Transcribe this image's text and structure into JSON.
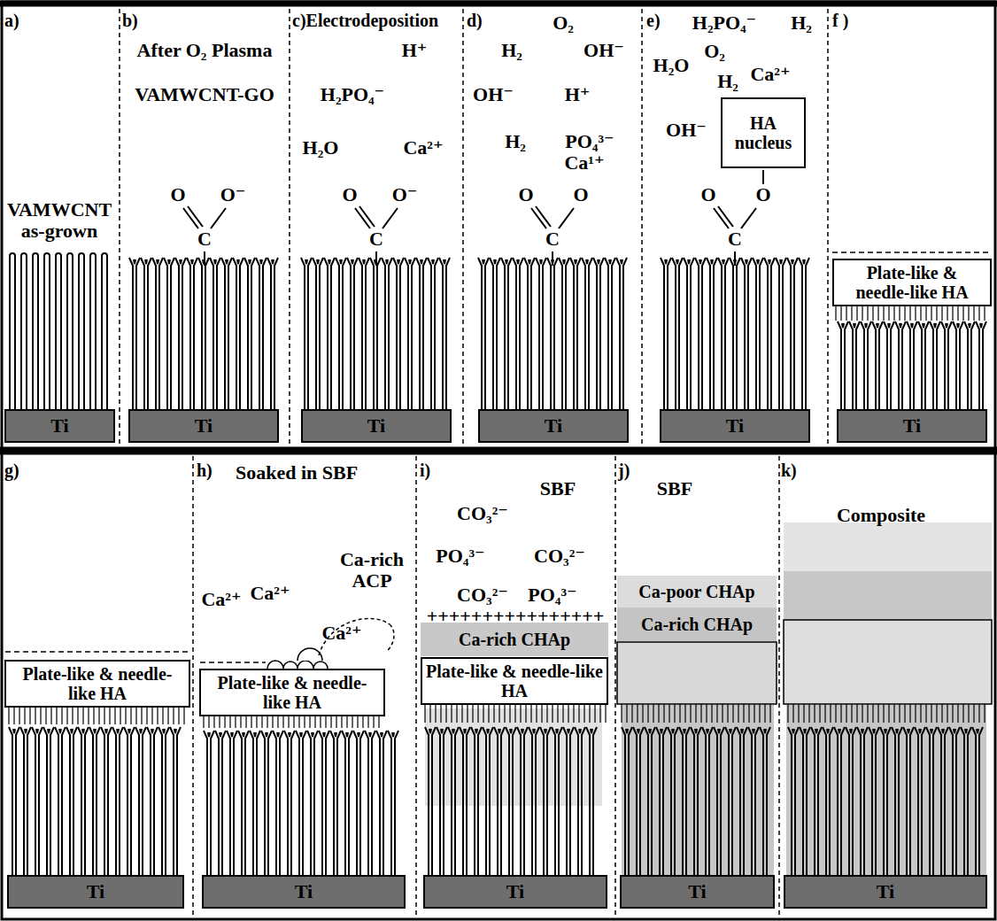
{
  "diagram": {
    "nodes": [
      {
        "text": [
          "Ti"
        ]
      },
      {
        "text": [
          "Ti"
        ]
      },
      {
        "text": [
          "Ti"
        ]
      },
      {
        "text": [
          "Ti"
        ]
      },
      {
        "text": [
          "HA nucleus"
        ]
      },
      {
        "text": [
          "Ti"
        ]
      },
      {
        "text": [
          "Plate-like & needle-like HA"
        ]
      },
      {
        "text": [
          "Ti"
        ]
      },
      {
        "text": [
          "Plate-like & needle-like HA"
        ]
      },
      {
        "text": [
          "Ti"
        ]
      },
      {
        "text": [
          "Plate-like & needle-like HA"
        ]
      },
      {
        "text": [
          "Ti"
        ]
      },
      {
        "text": [
          "Ca-rich CHAp"
        ]
      },
      {
        "text": [
          "Plate-like & needle-like HA"
        ]
      },
      {
        "text": [
          "Ti"
        ]
      },
      {
        "text": [
          "Ca-poor CHAp"
        ]
      },
      {
        "text": [
          "Ca-rich CHAp"
        ]
      },
      {
        "text": [
          "Ti"
        ]
      },
      {
        "text": [
          "Ti"
        ]
      }
    ],
    "labels": [
      "a)",
      "VAMWCNT as-grown",
      "b)",
      "After O₂ Plasma",
      "VAMWCNT-GO",
      "O",
      "O⁻",
      "C",
      "c)Electrodeposition",
      "H⁺",
      "H₂PO₄⁻",
      "H₂O",
      "Ca²⁺",
      "O",
      "O⁻",
      "C",
      "d)",
      "O₂",
      "H₂",
      "OH⁻",
      "OH⁻",
      "H⁺",
      "H₂",
      "PO₄³⁻",
      "Ca¹⁺",
      "O",
      "O",
      "C",
      "e)",
      "H₂PO₄⁻",
      "H₂",
      "H₂O",
      "O₂",
      "H₂",
      "Ca²⁺",
      "OH⁻",
      "O",
      "O",
      "C",
      "f )",
      "g)",
      "h)",
      "Soaked in SBF",
      "Ca²⁺",
      "Ca²⁺",
      "Ca-rich ACP",
      "Ca²⁺",
      "i)",
      "SBF",
      "CO₃²⁻",
      "PO₄³⁻",
      "CO₃²⁻",
      "CO₃²⁻",
      "PO₄³⁻",
      "++++++++++++++++",
      "j)",
      "SBF",
      "k)",
      "Composite"
    ]
  }
}
